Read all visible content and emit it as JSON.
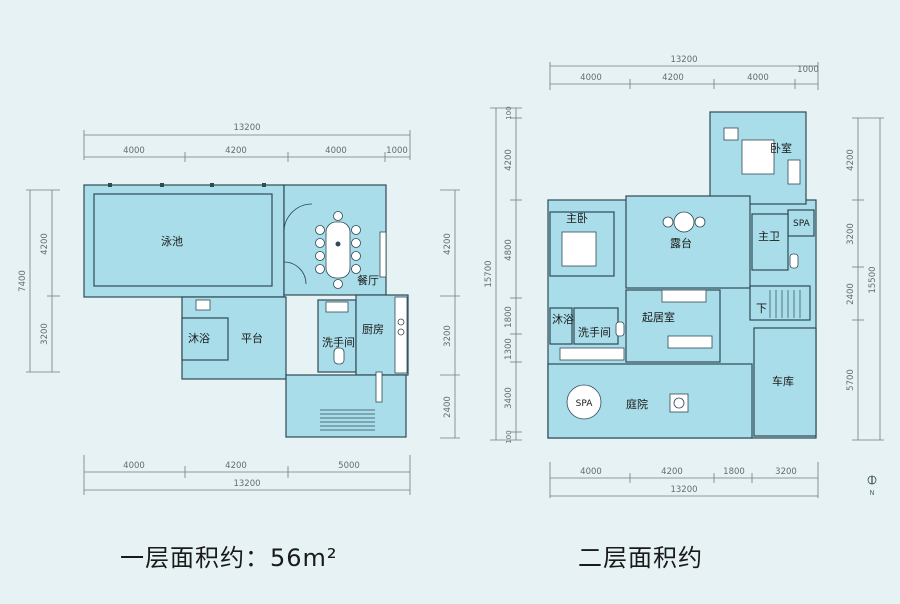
{
  "floor1": {
    "dims": {
      "top_total": "13200",
      "top_segments": [
        "4000",
        "4200",
        "4000",
        "1000"
      ],
      "left_total": "7400",
      "left_segments": [
        "4200",
        "3200"
      ],
      "right_segments": [
        "4200",
        "3200",
        "2400"
      ],
      "bottom_segments": [
        "4000",
        "4200",
        "5000"
      ],
      "bottom_total": "13200"
    },
    "rooms": {
      "pool": "泳池",
      "dining": "餐厅",
      "shower": "沐浴",
      "platform": "平台",
      "washroom": "洗手间",
      "kitchen": "厨房"
    },
    "area_label": "一层面积约：56m²"
  },
  "floor2": {
    "dims": {
      "top_total": "13200",
      "top_segments": [
        "4000",
        "4200",
        "4000",
        "1000"
      ],
      "left_segments": [
        "100",
        "4200",
        "4800",
        "1800",
        "1300",
        "3400",
        "100"
      ],
      "left_total": "15700",
      "right_segments": [
        "4200",
        "3200",
        "2400",
        "5700"
      ],
      "right_total": "15500",
      "bottom_segments": [
        "4000",
        "4200",
        "1800",
        "3200"
      ],
      "bottom_total": "13200"
    },
    "rooms": {
      "bedroom": "卧室",
      "master_bedroom": "主卧",
      "terrace": "露台",
      "spa_small": "SPA",
      "master_bath": "主卫",
      "shower": "沐浴",
      "washroom": "洗手间",
      "living": "起居室",
      "down": "下",
      "garage": "车库",
      "courtyard": "庭院",
      "spa_pool": "SPA"
    },
    "area_label": "二层面积约",
    "north": "N"
  },
  "colors": {
    "room_fill": "#a9dde9",
    "wall": "#2f4a55",
    "dim": "#6f7f86",
    "background": "#e6f2f3"
  }
}
